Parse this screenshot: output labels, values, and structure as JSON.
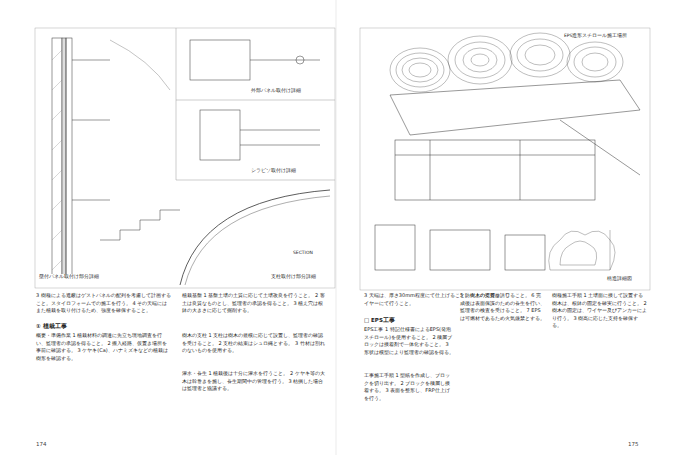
{
  "diagram": {
    "labels": [
      "174",
      "175",
      "① 植栽工事",
      "3 樹種による遮蔽はゲストパネルの配列を考慮して計画すること。スタイロフォームでの施工を行う。 4 その天端にはまた植栽を取り付けるため、強度を確保すること。",
      "概要・準備作業 1 植栽材料の調達に先立ち現地調査を行い、監理者の承認を得ること。 2 搬入経路、仮置き場所を事前に確認する。 3 ケヤキ(Ca)、ハナミズキなどの植栽は樹形を確認する。",
      "植栽基盤 1 基盤土壌の土質に応じて土壌改良を行うこと。 2 客土は良質なものとし、監理者の承認を得ること。 3 植え穴は根鉢の大きさに応じて掘削する。",
      "樹木の支柱 1 支柱は樹木の規模に応じて設置し、監理者の確認を受けること。 2 支柱の結束はシュロ縄とする。 3 竹材は割れのないものを使用する。",
      "灌水・養生 1 植栽後は十分に灌水を行うこと。 2 ケヤキ等の大木は幹巻きを施し、養生期間中の管理を行う。 3 枯損した場合は監理者と協議する。",
      "壁付パネル取付け部分詳細",
      "外部パネル取付け詳細",
      "SECTION",
      "シラビソ取付け詳細",
      "支柱取付け部分詳細",
      "EPS造形スチロール施工場所",
      "構造詳細図",
      "3 天端は、厚さ30mm程度にて仕上げること。樹木の支持は、ワイヤーにて行うこと。",
      "□ EPS工事",
      "EPS工事 1 特記仕様書によるEPS(発泡スチロール)を使用すること。 2 積層ブロックは接着剤で一体化すること。 3 形状は模型により監理者の確認を得る。",
      "工事施工手順 1 型紙を作成し、ブロックを切り出す。 2 ブロックを積層し接着する。 3 表面を整形し、FRP仕上げを行う。",
      "5 防火上の措置を講じること。 6 完成後は表面保護のための養生を行い、監理者の検査を受けること。 7 EPSは可燃材であるため火気厳禁とする。",
      "樹種施工手順 1 土壌面に接して設置する樹木は、根鉢の固定を確実に行うこと。 2 樹木の固定は、ワイヤー及びアンカーにより行う。 3 樹高に応じた支持を確保する。"
    ]
  }
}
